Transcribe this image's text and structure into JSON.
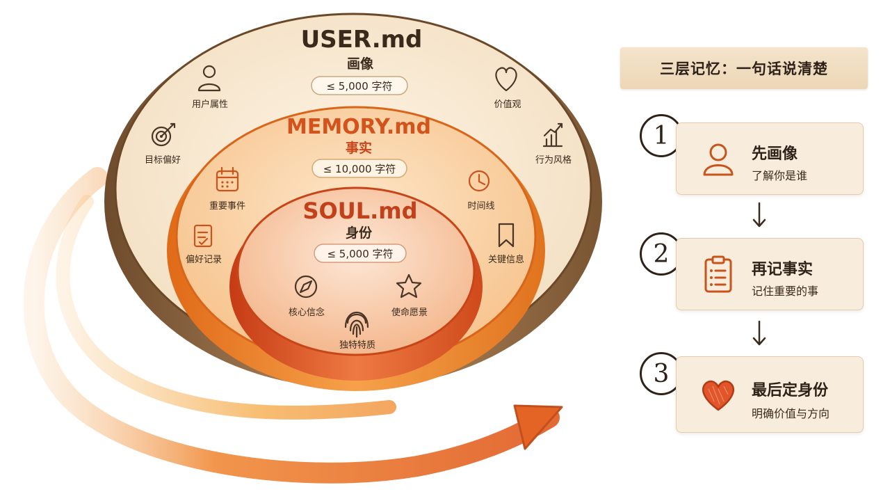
{
  "layers": {
    "user": {
      "title": "USER.md",
      "subtitle": "画像",
      "limit": "≤ 5,000 字符",
      "attributes": [
        "用户属性",
        "目标偏好",
        "价值观",
        "行为风格"
      ]
    },
    "memory": {
      "title": "MEMORY.md",
      "subtitle": "事实",
      "limit": "≤ 10,000 字符",
      "attributes": [
        "重要事件",
        "偏好记录",
        "时间线",
        "关键信息"
      ]
    },
    "soul": {
      "title": "SOUL.md",
      "subtitle": "身份",
      "limit": "≤ 5,000 字符",
      "attributes": [
        "核心信念",
        "使命愿景",
        "独特特质"
      ]
    }
  },
  "panel": {
    "banner": "三层记忆：一句话说清楚",
    "steps": [
      {
        "number": "1",
        "title": "先画像",
        "subtitle": "了解你是谁",
        "icon": "person-icon"
      },
      {
        "number": "2",
        "title": "再记事实",
        "subtitle": "记住重要的事",
        "icon": "clipboard-icon"
      },
      {
        "number": "3",
        "title": "最后定身份",
        "subtitle": "明确价值与方向",
        "icon": "heart-icon"
      }
    ]
  },
  "colors": {
    "user_ring": "#8a6440",
    "memory_ring": "#ef8a2c",
    "soul_ring": "#e0552a",
    "accent": "#d2541c"
  }
}
